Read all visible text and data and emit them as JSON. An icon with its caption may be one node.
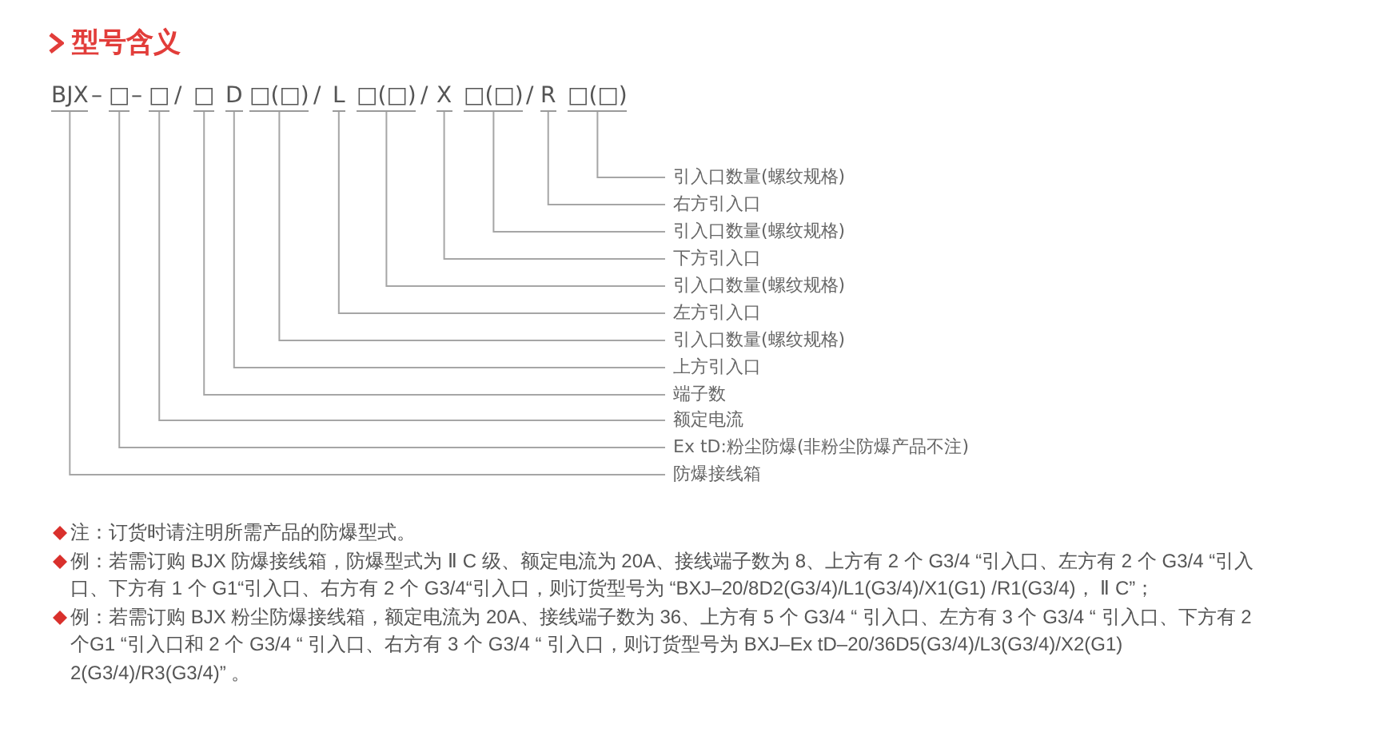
{
  "diagram": {
    "title": "型号含义",
    "nodes": [
      {
        "text": [
          "BJX"
        ]
      },
      {
        "text": [
          "□"
        ]
      },
      {
        "text": [
          "□"
        ]
      },
      {
        "text": [
          "□"
        ]
      },
      {
        "text": [
          "D"
        ]
      },
      {
        "text": [
          "□(□)"
        ]
      },
      {
        "text": [
          "L"
        ]
      },
      {
        "text": [
          "□(□)"
        ]
      },
      {
        "text": [
          "X"
        ]
      },
      {
        "text": [
          "□(□)"
        ]
      },
      {
        "text": [
          "R"
        ]
      },
      {
        "text": [
          "□(□)"
        ]
      },
      {
        "text": [
          "引入口数量(螺纹规格)"
        ]
      },
      {
        "text": [
          "右方引入口"
        ]
      },
      {
        "text": [
          "引入口数量(螺纹规格)"
        ]
      },
      {
        "text": [
          "下方引入口"
        ]
      },
      {
        "text": [
          "引入口数量(螺纹规格)"
        ]
      },
      {
        "text": [
          "左方引入口"
        ]
      },
      {
        "text": [
          "引入口数量(螺纹规格)"
        ]
      },
      {
        "text": [
          "上方引入口"
        ]
      },
      {
        "text": [
          "端子数"
        ]
      },
      {
        "text": [
          "额定电流"
        ]
      },
      {
        "text": [
          "Ex tD:粉尘防爆(非粉尘防爆产品不注)"
        ]
      },
      {
        "text": [
          "防爆接线箱"
        ]
      }
    ],
    "edges": [
      {
        "from": 12,
        "to": 11,
        "arrow": "none"
      },
      {
        "from": 13,
        "to": 10,
        "arrow": "none"
      },
      {
        "from": 14,
        "to": 9,
        "arrow": "none"
      },
      {
        "from": 15,
        "to": 8,
        "arrow": "none"
      },
      {
        "from": 16,
        "to": 7,
        "arrow": "none"
      },
      {
        "from": 17,
        "to": 6,
        "arrow": "none"
      },
      {
        "from": 18,
        "to": 5,
        "arrow": "none"
      },
      {
        "from": 19,
        "to": 4,
        "arrow": "none"
      },
      {
        "from": 20,
        "to": 3,
        "arrow": "none"
      },
      {
        "from": 21,
        "to": 2,
        "arrow": "none"
      },
      {
        "from": 22,
        "to": 1,
        "arrow": "none"
      },
      {
        "from": 23,
        "to": 0,
        "arrow": "none"
      }
    ],
    "labels": [
      "–",
      "–",
      "/",
      "/",
      "/",
      "/",
      "注：订货时请注明所需产品的防爆型式。",
      "例：若需订购 BJX 防爆接线箱，防爆型式为 Ⅱ C 级、额定电流为 20A、接线端子数为 8、上方有 2 个 G3/4 “引入口、左方有 2 个 G3/4 “引入口、下方有 1 个 G1“引入口、右方有 2 个 G3/4“引入口，则订货型号为 “BXJ–20/8D2(G3/4)/L1(G3/4)/X1(G1) /R1(G3/4)， Ⅱ C”；",
      "例：若需订购 BJX 粉尘防爆接线箱，额定电流为 20A、接线端子数为 36、上方有 5 个 G3/4 “ 引入口、左方有 3 个 G3/4 “ 引入口、下方有 2 个G1 “引入口和 2 个 G3/4 “ 引入口、右方有 3 个 G3/4 “ 引入口，则订货型号为 BXJ–Ex tD–20/36D5(G3/4)/L3(G3/4)/X2(G1) 2(G3/4)/R3(G3/4)” 。"
    ]
  }
}
